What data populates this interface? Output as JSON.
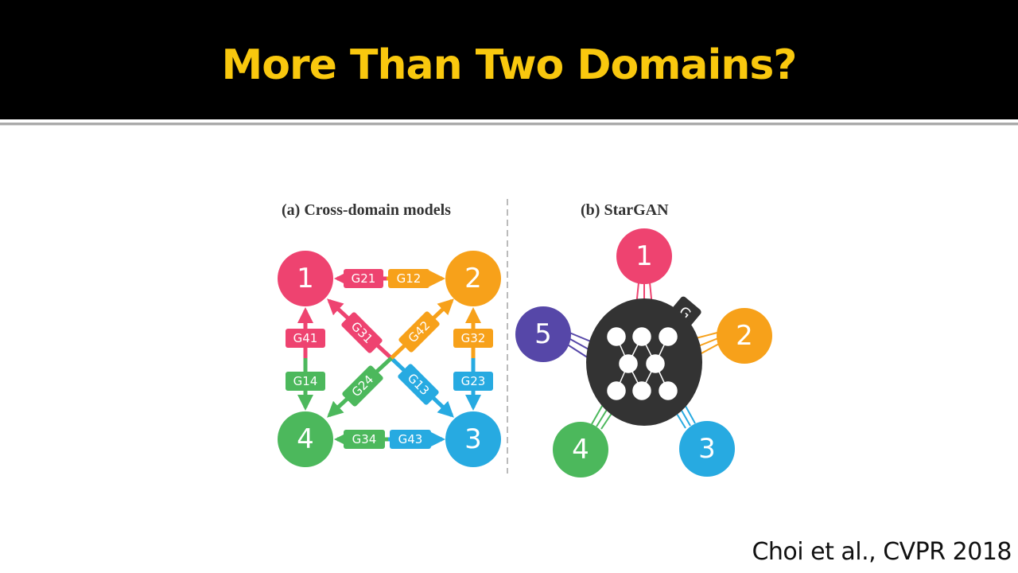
{
  "slide": {
    "title": "More Than Two Domains?",
    "citation": "Choi et al., CVPR 2018"
  },
  "figure": {
    "panel_a": {
      "caption": "(a) Cross-domain models",
      "nodes": [
        "1",
        "2",
        "3",
        "4"
      ],
      "generators": [
        "G21",
        "G12",
        "G41",
        "G14",
        "G32",
        "G23",
        "G34",
        "G43",
        "G31",
        "G13",
        "G42",
        "G24"
      ]
    },
    "panel_b": {
      "caption": "(b) StarGAN",
      "generator_label": "G",
      "nodes": [
        "1",
        "2",
        "3",
        "4",
        "5"
      ]
    },
    "colors": {
      "d1": "#ee4370",
      "d2": "#f7a11a",
      "d3": "#27aae1",
      "d4": "#4cb85c",
      "d5": "#5647a8",
      "title": "#f9c80e"
    }
  }
}
